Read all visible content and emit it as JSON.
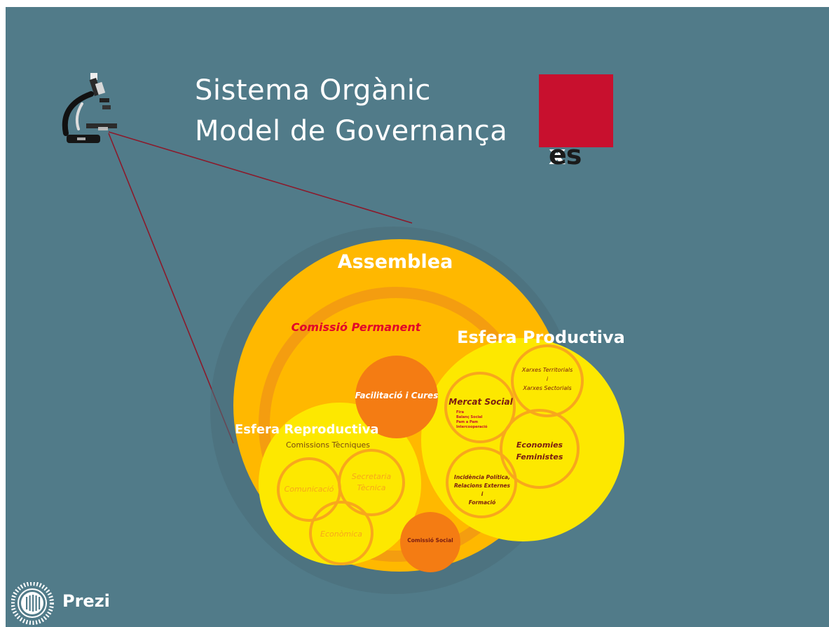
{
  "title": {
    "line1": "Sistema Orgànic",
    "line2": "Model de Governança"
  },
  "logo": {
    "text_white": "x",
    "text_dark": "es",
    "color": "#c8102e"
  },
  "icons": {
    "microscope": "microscope-icon",
    "prezi": "prezi-logo-icon"
  },
  "diagram": {
    "assemblea": "Assemblea",
    "comissio_permanent": "Comissió Permanent",
    "facilitacio": "Facilitació i Cures",
    "esfera_productiva": {
      "title": "Esfera Productiva",
      "mercat_social": {
        "title": "Mercat Social",
        "items": [
          "Fira",
          "Balanç Social",
          "Pam a Pam",
          "Intercooperació"
        ]
      },
      "xarxes": [
        "Xarxes Territorials",
        "i",
        "Xarxes Sectorials"
      ],
      "economies": [
        "Economies",
        "Feministes"
      ],
      "incidencia": [
        "Incidència Política,",
        "Relacions Externes",
        "i",
        "Formació"
      ]
    },
    "esfera_reproductiva": {
      "title": "Esfera Reproductiva",
      "subtitle": "Comissions Tècniques",
      "comunicacio": "Comunicació",
      "secretaria": [
        "Secretaria",
        "Tècnica"
      ],
      "economica": "Econòmica"
    },
    "comissio_social": "Comissió Social"
  },
  "colors": {
    "background": "#517b89",
    "assemblea": "#ffb800",
    "permanent_ring": "#f49d10",
    "yellow": "#fde800",
    "orange": "#f47c13",
    "ring_stroke": "#f8a71c",
    "accent_red": "#e2002a",
    "dark_text": "#7a1c12"
  },
  "branding": {
    "prezi": "Prezi"
  }
}
